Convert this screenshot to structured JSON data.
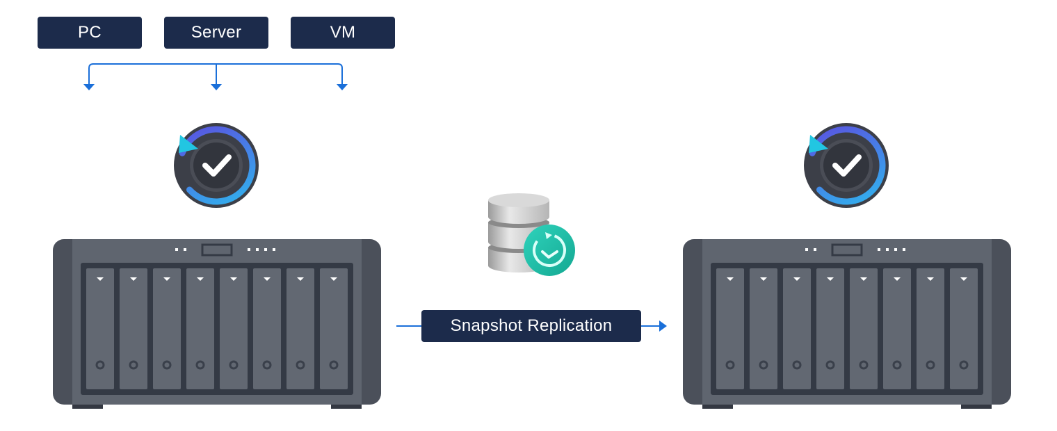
{
  "diagram": {
    "sources": [
      {
        "label": "PC",
        "icon": "pc"
      },
      {
        "label": "Server",
        "icon": "server"
      },
      {
        "label": "VM",
        "icon": "virtual-machine"
      }
    ],
    "source_nas": {
      "name": "source-nas",
      "drive_bays": 8,
      "app_icon": "backup-checkmark-icon"
    },
    "target_nas": {
      "name": "target-nas",
      "drive_bays": 8,
      "app_icon": "backup-checkmark-icon"
    },
    "replication": {
      "label": "Snapshot Replication",
      "icon": "database-snapshot-icon"
    },
    "colors": {
      "label_bg": "#1c2b4b",
      "label_text": "#ffffff",
      "arrow": "#1a6fd9",
      "nas_body": "#5f656f",
      "nas_side": "#4b505a",
      "nas_bay_frame": "#343a45",
      "snapshot_badge": "#1fbfa7"
    }
  }
}
